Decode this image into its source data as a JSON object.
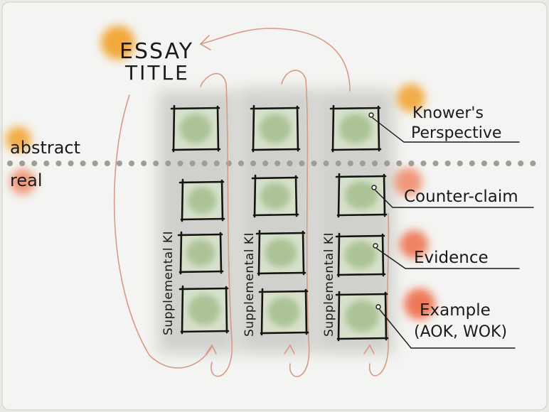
{
  "title": {
    "line1": "ESSAY",
    "line2": "TITLE"
  },
  "zones": {
    "upper": "abstract",
    "lower": "real"
  },
  "column_label": "Supplemental KI",
  "annotations": {
    "knower_line1": "Knower's",
    "knower_line2": "Perspective",
    "counter_claim": "Counter-claim",
    "evidence": "Evidence",
    "example_line1": "Example",
    "example_line2": "(AOK, WOK)"
  },
  "colors": {
    "paper": "#f4f4f2",
    "column_wash": "#b4b4ae",
    "box_fill": "#a6bf8e",
    "title_blob": "#f2a12a",
    "real_blob": "#ee7a52",
    "arrow": "#d89a86",
    "divider": "#9e9e98"
  },
  "icons": {
    "title_arrow": "arrow-left-icon",
    "loop_arrow": "arrow-up-icon"
  }
}
